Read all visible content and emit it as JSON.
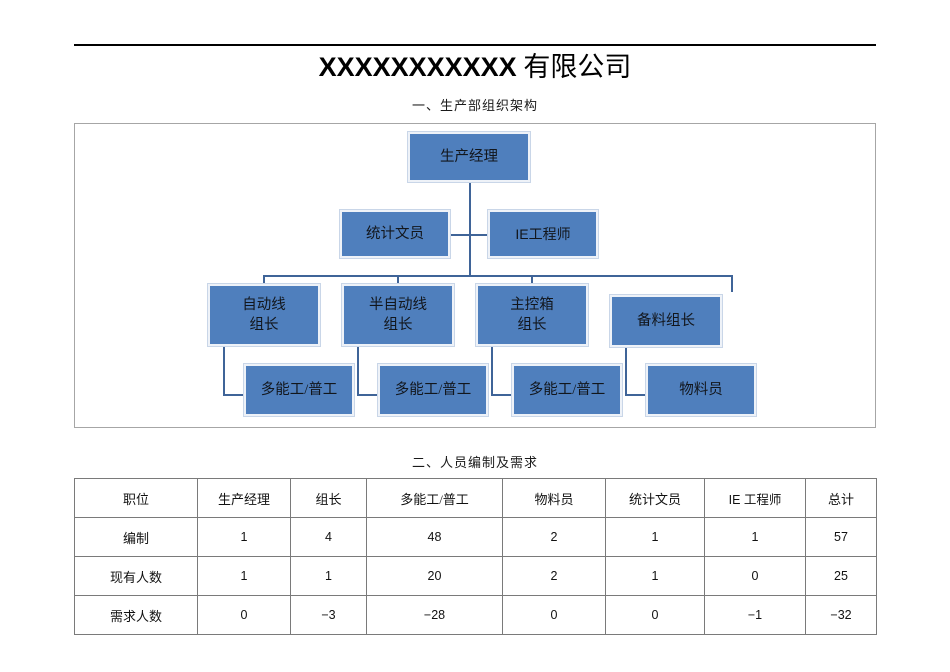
{
  "document": {
    "title_latin": "XXXXXXXXXXX",
    "title_cn": " 有限公司"
  },
  "sections": {
    "org_heading": "一、生产部组织架构",
    "table_heading": "二、人员编制及需求"
  },
  "org_chart": {
    "nodes": {
      "manager": "生产经理",
      "clerk": "统计文员",
      "ie_engineer": "IE工程师",
      "leader_auto": "自动线\n组长",
      "leader_semi": "半自动线\n组长",
      "leader_panel": "主控箱\n组长",
      "leader_prep": "备料组长",
      "worker_auto": "多能工/普工",
      "worker_semi": "多能工/普工",
      "worker_panel": "多能工/普工",
      "material_clerk": "物料员"
    },
    "colors": {
      "node_fill": "#4f7fbd",
      "node_border": "#eef2f8",
      "connector": "#3f6498",
      "frame_border": "#a6a6a6"
    }
  },
  "staff_table": {
    "columns": [
      "职位",
      "生产经理",
      "组长",
      "多能工/普工",
      "物料员",
      "统计文员",
      "IE 工程师",
      "总计"
    ],
    "rows": [
      {
        "label": "编制",
        "values": [
          "1",
          "4",
          "48",
          "2",
          "1",
          "1",
          "57"
        ]
      },
      {
        "label": "现有人数",
        "values": [
          "1",
          "1",
          "20",
          "2",
          "1",
          "0",
          "25"
        ]
      },
      {
        "label": "需求人数",
        "values": [
          "0",
          "−3",
          "−28",
          "0",
          "0",
          "−1",
          "−32"
        ]
      }
    ]
  }
}
